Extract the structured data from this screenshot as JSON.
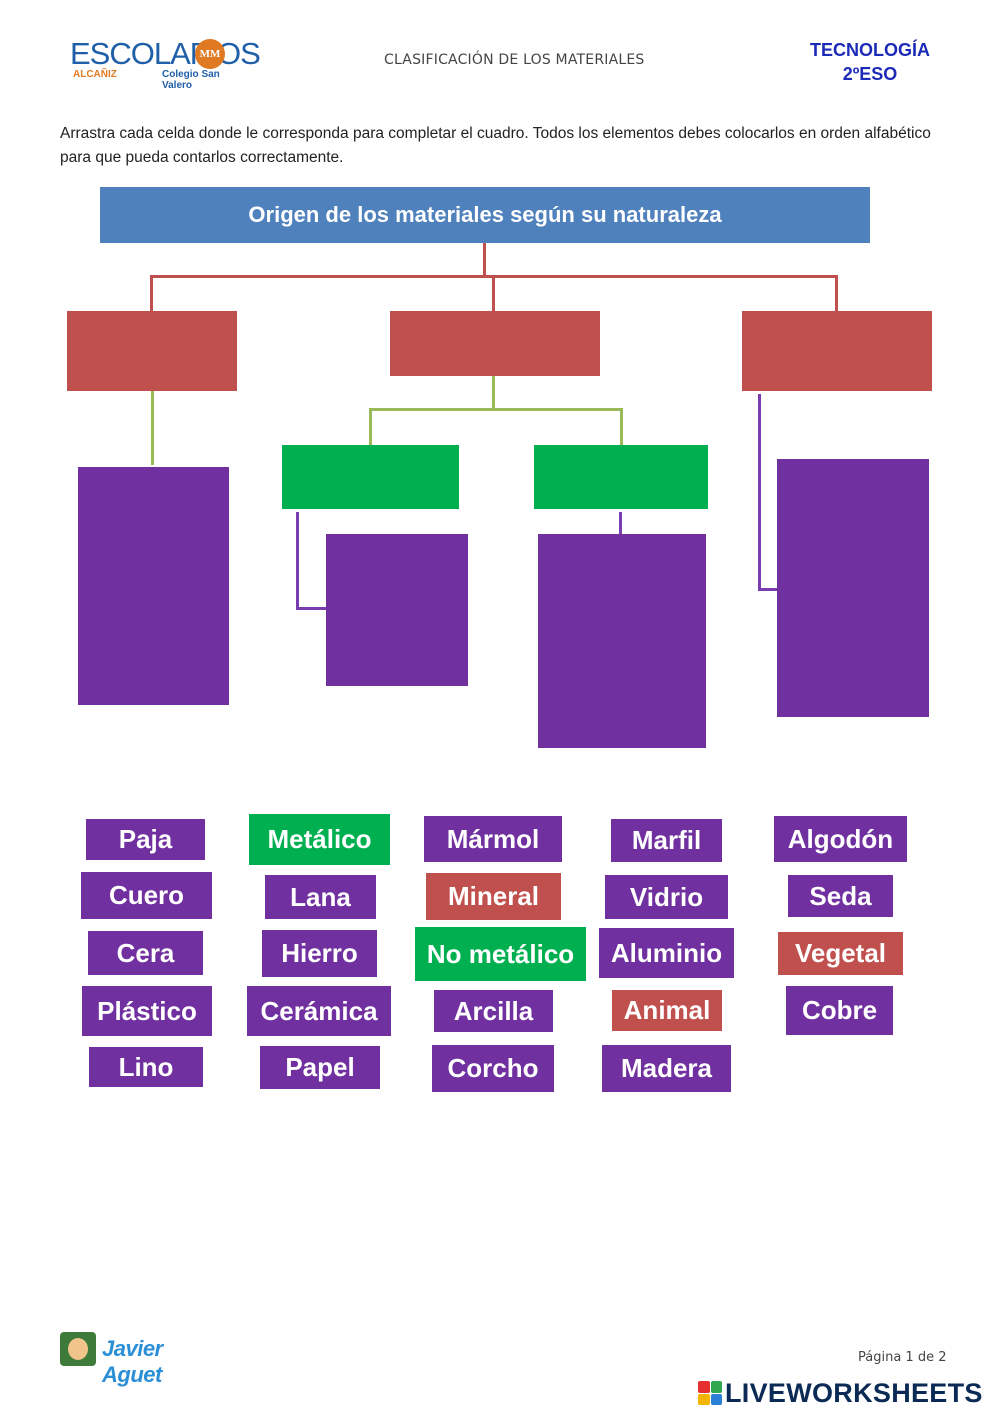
{
  "header": {
    "logo_main": "ESCOLAPIOS",
    "logo_left": "ALCAÑIZ",
    "logo_right": "Colegio San Valero",
    "logo_emblem": "MM",
    "title": "CLASIFICACIÓN DE LOS MATERIALES",
    "subject_line1": "TECNOLOGÍA",
    "subject_line2": "2ºESO"
  },
  "instructions": "Arrastra cada celda donde le corresponda para completar el cuadro. Todos los elementos debes colocarlos en orden alfabético para que pueda contarlos correctamente.",
  "diagram": {
    "root_title": "Origen de los materiales según su naturaleza",
    "colors": {
      "root": "#4f81bd",
      "category": "#c0504d",
      "subcategory": "#00b050",
      "answer": "#7030a0"
    }
  },
  "tiles": [
    {
      "label": "Paja",
      "color": "purple"
    },
    {
      "label": "Metálico",
      "color": "green"
    },
    {
      "label": "Mármol",
      "color": "purple"
    },
    {
      "label": "Marfil",
      "color": "purple"
    },
    {
      "label": "Algodón",
      "color": "purple"
    },
    {
      "label": "Cuero",
      "color": "purple"
    },
    {
      "label": "Lana",
      "color": "purple"
    },
    {
      "label": "Mineral",
      "color": "red"
    },
    {
      "label": "Vidrio",
      "color": "purple"
    },
    {
      "label": "Seda",
      "color": "purple"
    },
    {
      "label": "Cera",
      "color": "purple"
    },
    {
      "label": "Hierro",
      "color": "purple"
    },
    {
      "label": "No metálico",
      "color": "green"
    },
    {
      "label": "Aluminio",
      "color": "purple"
    },
    {
      "label": "Vegetal",
      "color": "red"
    },
    {
      "label": "Plástico",
      "color": "purple"
    },
    {
      "label": "Cerámica",
      "color": "purple"
    },
    {
      "label": "Arcilla",
      "color": "purple"
    },
    {
      "label": "Animal",
      "color": "red"
    },
    {
      "label": "Cobre",
      "color": "purple"
    },
    {
      "label": "Lino",
      "color": "purple"
    },
    {
      "label": "Papel",
      "color": "purple"
    },
    {
      "label": "Corcho",
      "color": "purple"
    },
    {
      "label": "Madera",
      "color": "purple"
    }
  ],
  "footer": {
    "author": "Javier Aguet",
    "page": "Página 1 de 2",
    "brand": "LIVEWORKSHEETS"
  }
}
